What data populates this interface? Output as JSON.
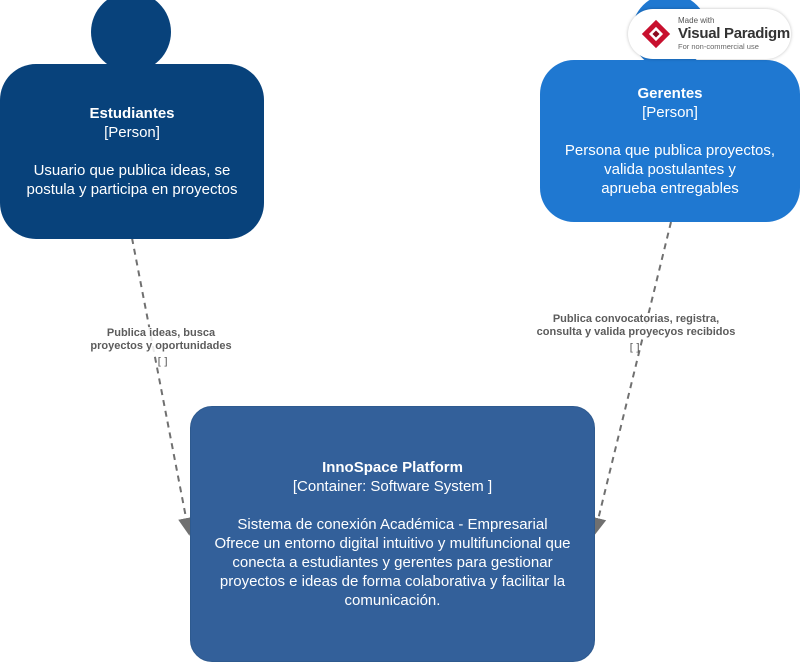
{
  "colors": {
    "student": "#08427b",
    "manager": "#1f78d1",
    "system": "#33609a",
    "edge": "#707070",
    "edge_text": "#5c5c5c"
  },
  "nodes": {
    "students": {
      "title": "Estudiantes",
      "type": "[Person]",
      "description": "Usuario que publica ideas, se\npostula y participa en proyectos"
    },
    "managers": {
      "title": "Gerentes",
      "type": "[Person]",
      "description": "Persona que publica proyectos,\nvalida postulantes y\naprueba entregables"
    },
    "platform": {
      "title": "InnoSpace Platform",
      "type": "[Container: Software System ]",
      "description": "Sistema de conexión Académica - Empresarial\nOfrece un entorno digital intuitivo y multifuncional que\nconecta a estudiantes y gerentes para gestionar\nproyectos e ideas de forma colaborativa y facilitar la\ncomunicación."
    }
  },
  "edges": {
    "students_to_platform": {
      "label": "Publica ideas, busca\nproyectos y oportunidades",
      "glyph": "[]"
    },
    "managers_to_platform": {
      "label": "Publica convocatorias, registra,\nconsulta y valida proyecyos recibidos",
      "glyph": "[]"
    }
  },
  "watermark": {
    "made_with": "Made with",
    "brand": "Visual Paradigm",
    "note": "For non-commercial use",
    "logo_icon": "visual-paradigm-logo-icon"
  }
}
